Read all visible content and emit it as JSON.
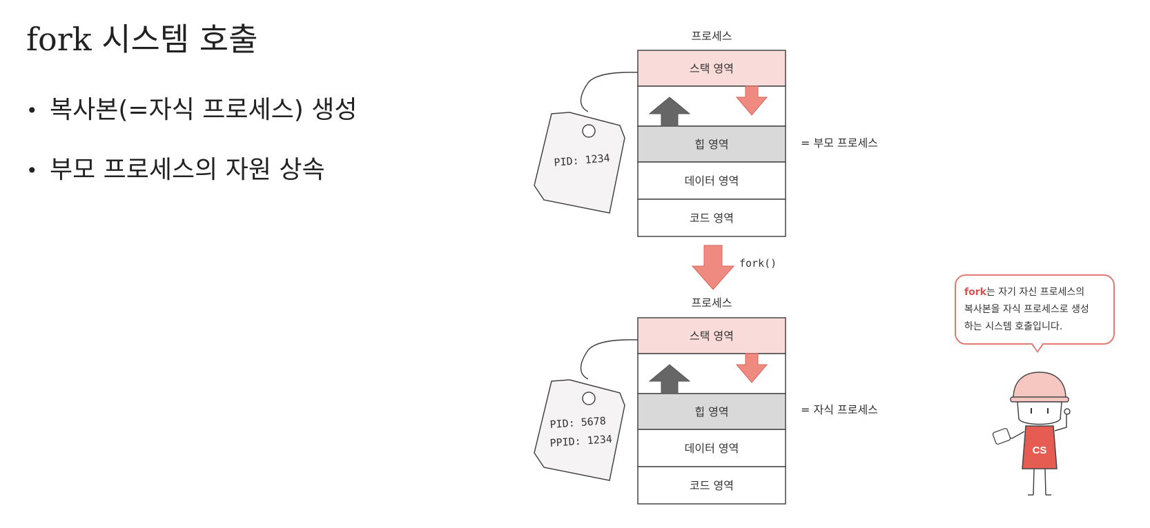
{
  "slide": {
    "title": "fork 시스템 호출",
    "bullets": [
      "복사본(=자식 프로세스) 생성",
      "부모 프로세스의 자원 상속"
    ]
  },
  "diagram": {
    "parent": {
      "caption": "프로세스",
      "segments": [
        "스택 영역",
        "",
        "힙 영역",
        "데이터 영역",
        "코드 영역"
      ],
      "side_label": "= 부모 프로세스",
      "tag_lines": [
        "PID: 1234"
      ]
    },
    "fork_label": "fork()",
    "child": {
      "caption": "프로세스",
      "segments": [
        "스택 영역",
        "",
        "힙 영역",
        "데이터 영역",
        "코드 영역"
      ],
      "side_label": "= 자식 프로세스",
      "tag_lines": [
        "PID: 5678",
        "PPID: 1234"
      ]
    },
    "colors": {
      "stack_fill": "#f9dcd9",
      "heap_fill": "#d9d9d9",
      "arrow_red": "#ef8a80",
      "arrow_gray": "#666666",
      "outline": "#444444"
    }
  },
  "speech_bubble": {
    "keyword": "fork",
    "line1_rest": "는 자기 자신 프로세스의",
    "line2": "복사본을 자식 프로세스로 생성",
    "line3": "하는 시스템 호출입니다."
  },
  "mascot": {
    "shirt_text": "CS"
  }
}
